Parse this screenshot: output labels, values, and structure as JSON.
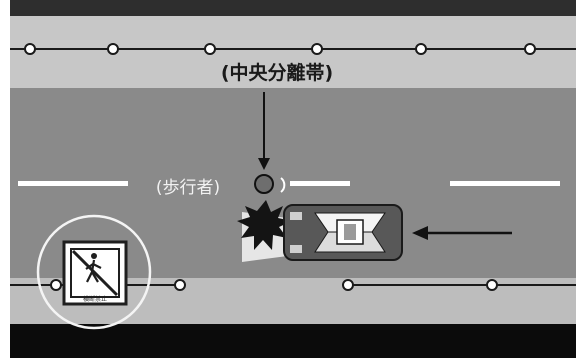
{
  "labels": {
    "median_strip": "(中央分離帯)",
    "pedestrian": "(歩行者)"
  },
  "sign": {
    "caption": "横断禁止",
    "icon": "no-pedestrian-crossing-sign"
  },
  "colors": {
    "frame": "#2e2e2e",
    "road": "#8a8a8a",
    "median_strip": "#c7c7c7",
    "sidewalk": "#bdbdbd",
    "lane_marking": "#ffffff",
    "vehicle_body": "#585858",
    "pedestrian": "#6e6e6e",
    "impact": "#141414",
    "sign_border": "#1f1f1f"
  }
}
